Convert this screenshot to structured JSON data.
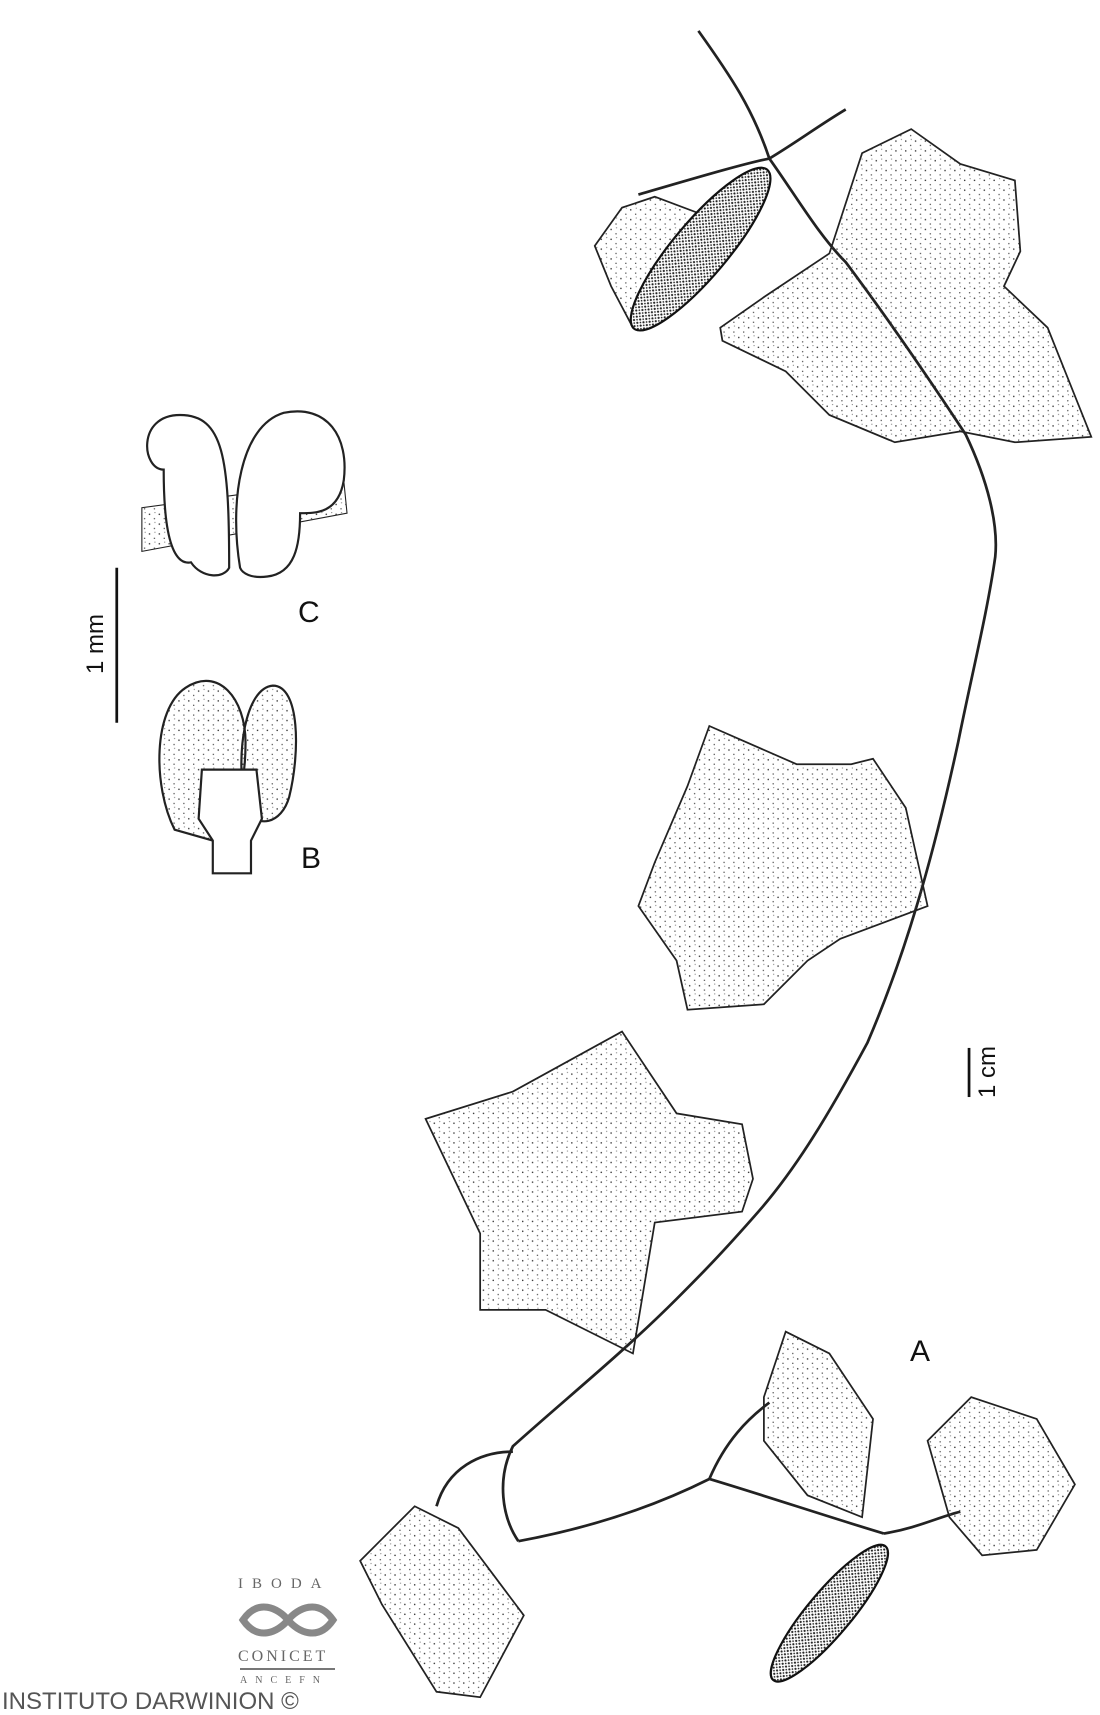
{
  "labels": {
    "figure_a": "A",
    "figure_b": "B",
    "figure_c": "C",
    "scale_mm": "1 mm",
    "scale_cm": "1 cm"
  },
  "logo": {
    "top": "IBODA",
    "middle": "CONICET",
    "bottom": "ANCEFN",
    "credit": "INSTITUTO DARWINION ©"
  },
  "colors": {
    "ink": "#111111",
    "logo_gray": "#666666"
  }
}
